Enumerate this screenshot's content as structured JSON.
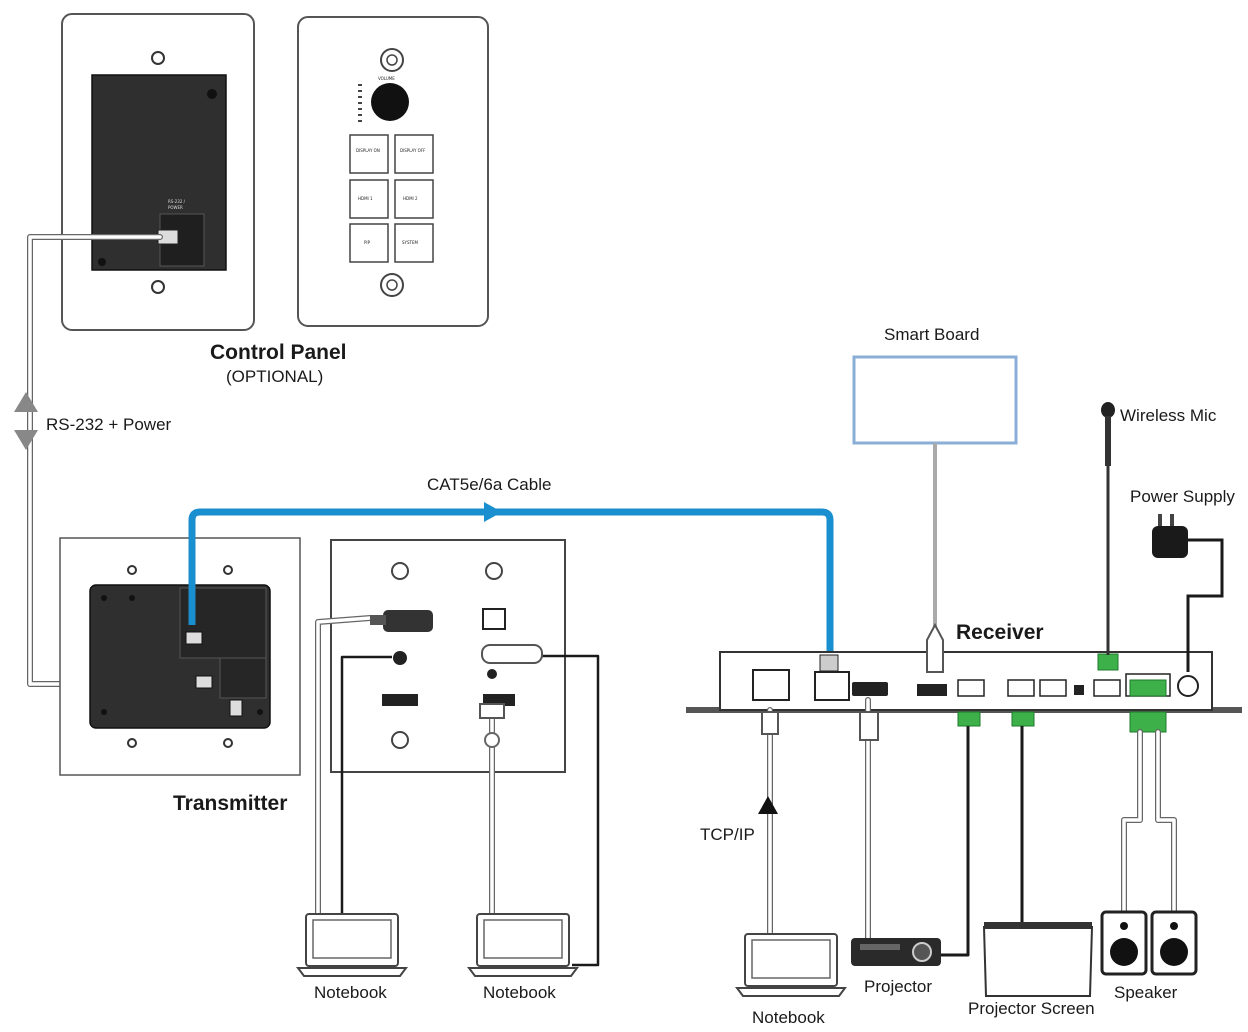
{
  "labels": {
    "control_panel": "Control Panel",
    "optional": "(OPTIONAL)",
    "rs232": "RS-232 + Power",
    "cat_cable": "CAT5e/6a Cable",
    "transmitter": "Transmitter",
    "receiver": "Receiver",
    "smart_board": "Smart Board",
    "wireless_mic": "Wireless Mic",
    "power_supply": "Power Supply",
    "tcpip": "TCP/IP",
    "notebook": "Notebook",
    "projector": "Projector",
    "projector_screen": "Projector Screen",
    "speaker": "Speaker"
  },
  "panel_buttons": [
    "DISPLAY ON",
    "DISPLAY OFF",
    "HDMI 1",
    "HDMI 2",
    "PIP",
    "SYSTEM"
  ],
  "panel_volume": "VOLUME",
  "colors": {
    "cat_cable": "#1a8fd0",
    "terminal_green": "#3db04a",
    "device_dark": "#2f2f2f"
  }
}
